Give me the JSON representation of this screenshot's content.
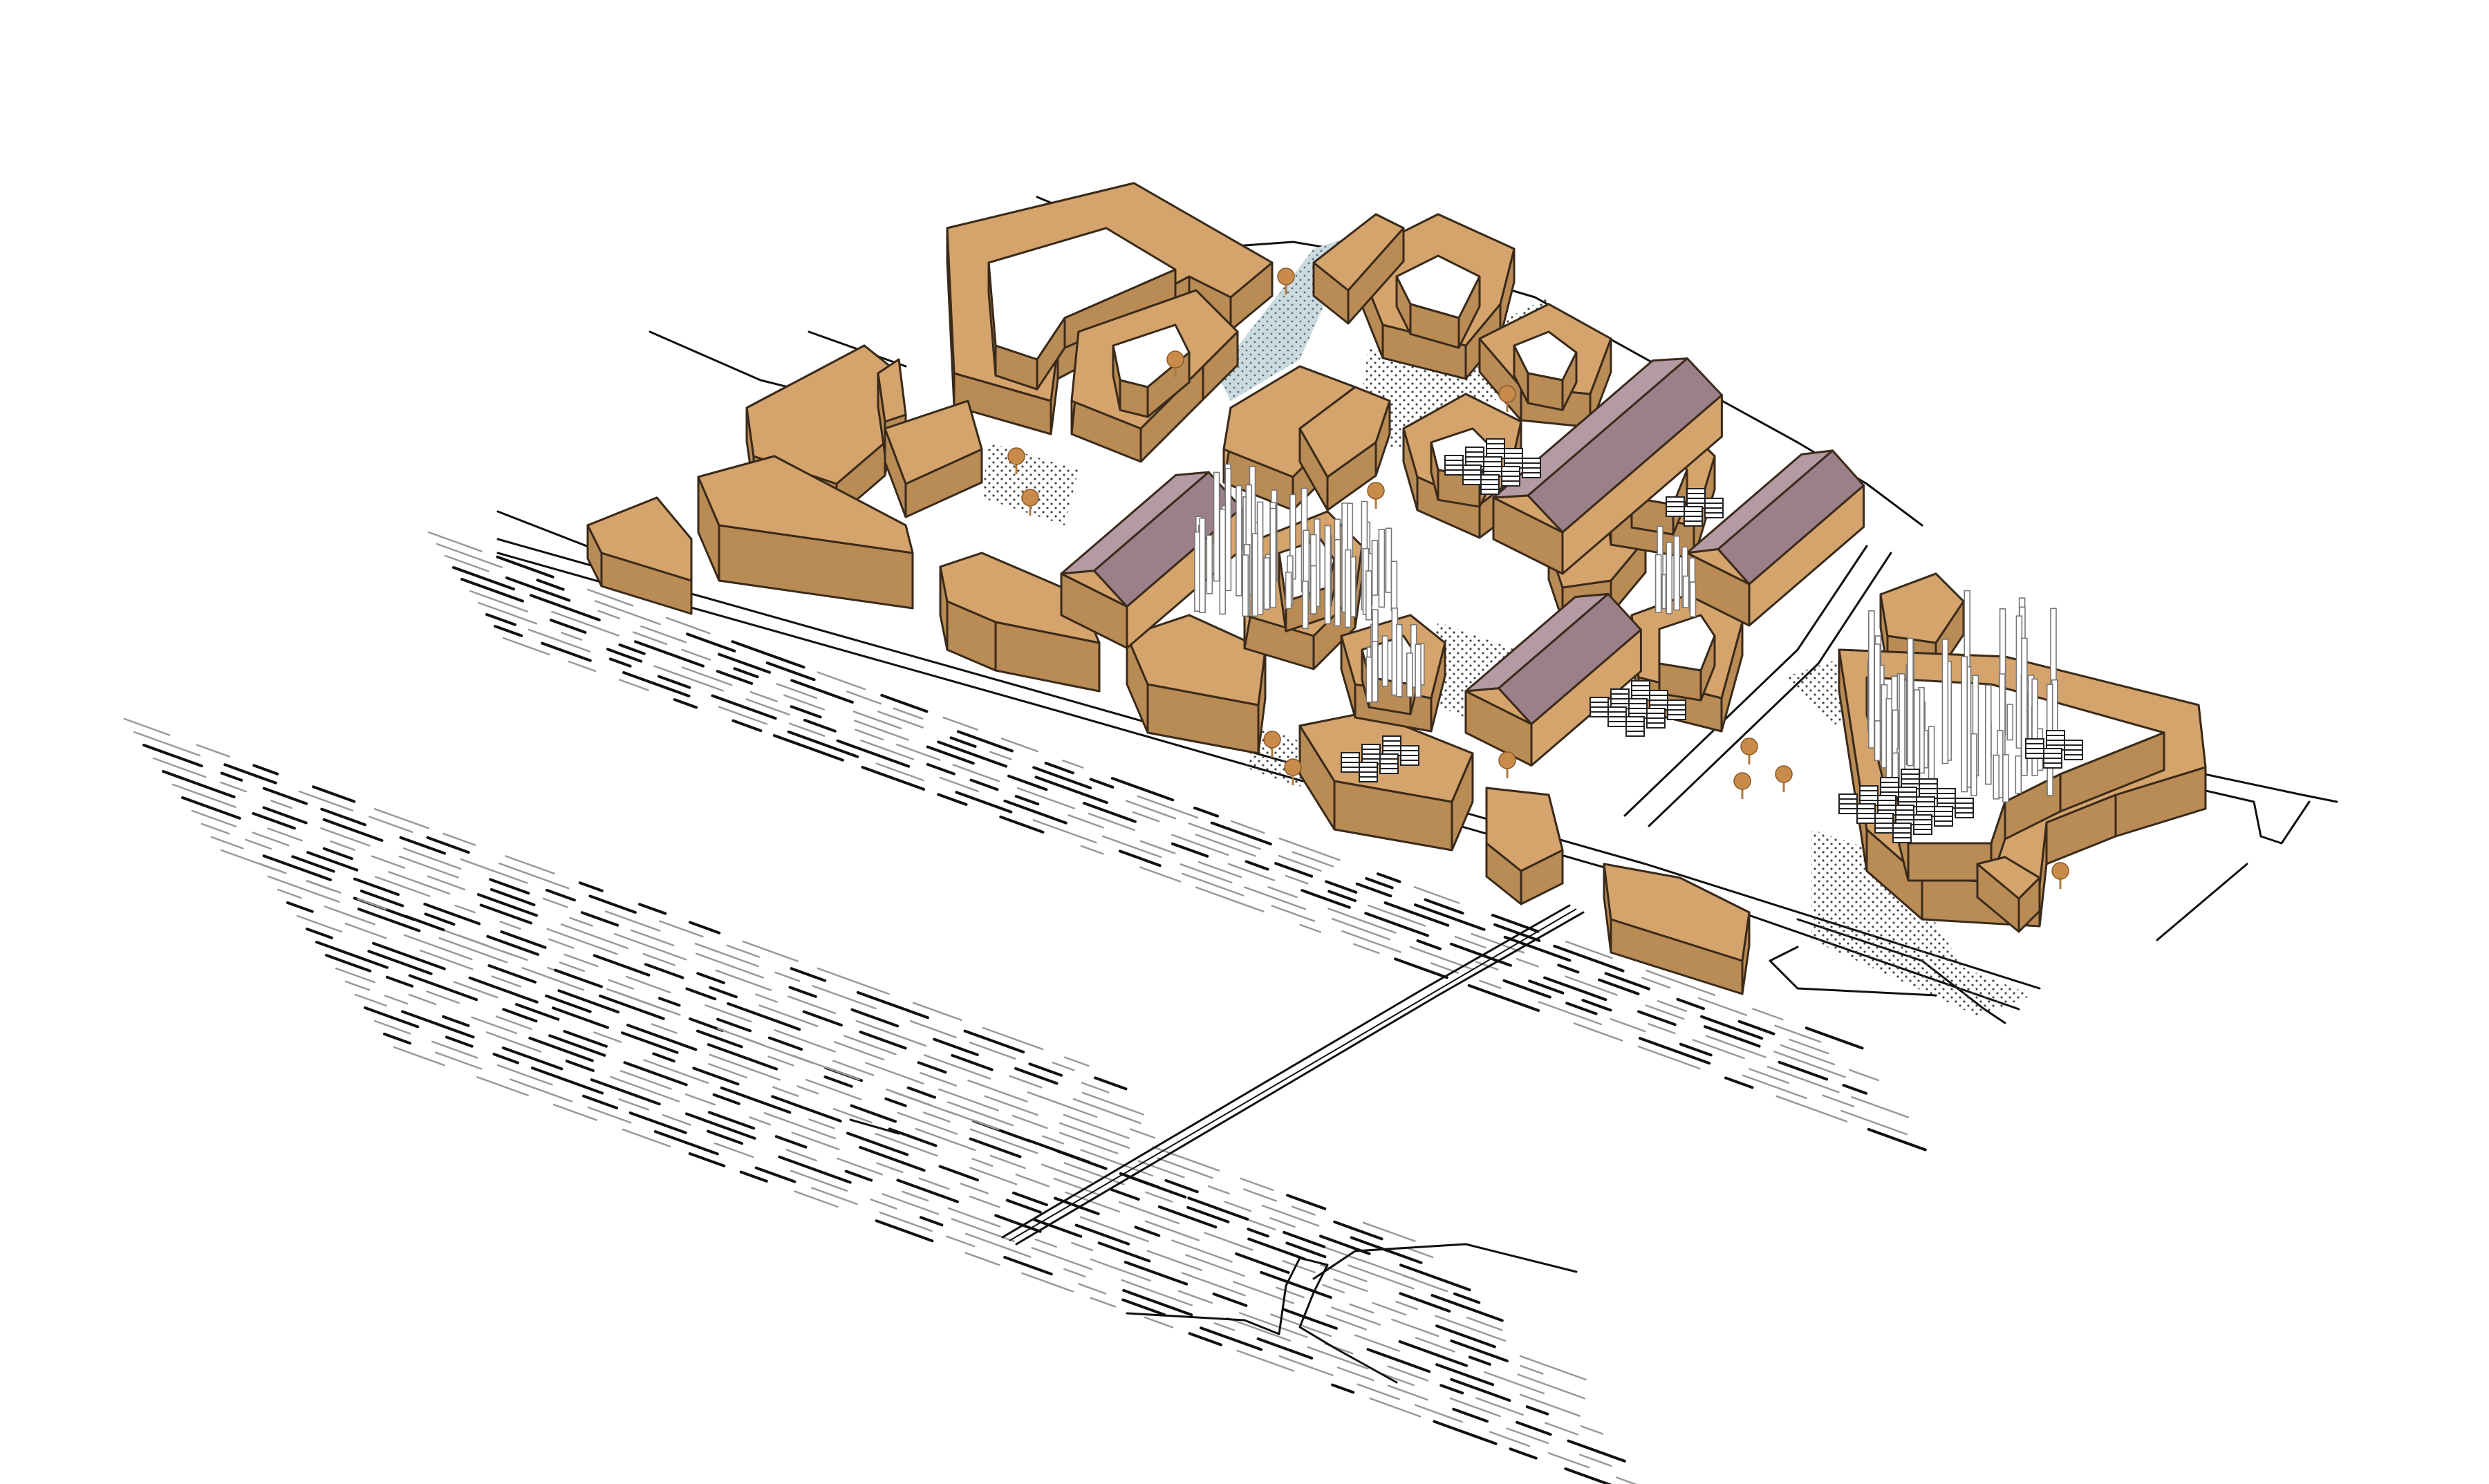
{
  "diagram": {
    "colors": {
      "background": "#ffffff",
      "building": "#d4a46c",
      "building_shadow": "#b98b55",
      "roof": "#b49aa3",
      "roof_shadow": "#9b7f89",
      "courtyard_dots": "#444444",
      "courtyard_blue": "#c9dbe0",
      "tracks_dark": "#111111",
      "tracks_light": "#999999",
      "tree": "#c98b4a"
    },
    "elements": {
      "railway_tracks": "railway-tracks",
      "footbridge": "pedestrian-footbridge",
      "city_blocks": "perimeter-blocks",
      "pitched_roof_halls": "pitched-roof-halls",
      "pillar_clusters": "pillar-clusters",
      "stacked_modules": "stacked-modules",
      "trees": "trees"
    }
  }
}
